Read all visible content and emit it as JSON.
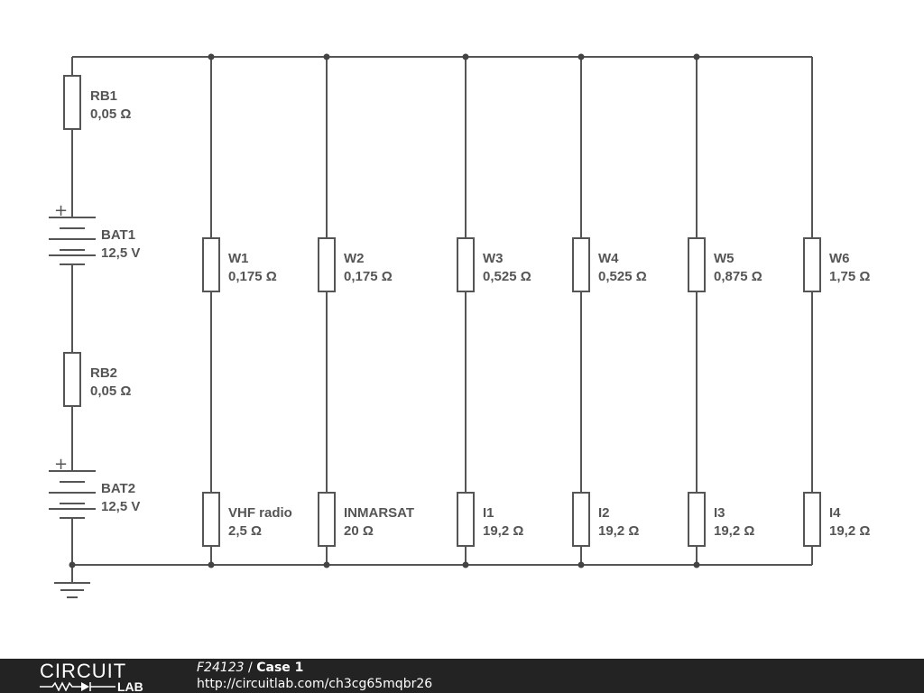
{
  "circuit": {
    "battery_branch": [
      {
        "id": "rb1",
        "name": "RB1",
        "value": "0,05 Ω",
        "kind": "resistor"
      },
      {
        "id": "bat1",
        "name": "BAT1",
        "value": "12,5 V",
        "kind": "battery",
        "polarity": "+"
      },
      {
        "id": "rb2",
        "name": "RB2",
        "value": "0,05 Ω",
        "kind": "resistor"
      },
      {
        "id": "bat2",
        "name": "BAT2",
        "value": "12,5 V",
        "kind": "battery",
        "polarity": "+"
      }
    ],
    "load_branches": [
      {
        "wire": {
          "name": "W1",
          "value": "0,175 Ω"
        },
        "load": {
          "name": "VHF radio",
          "value": "2,5 Ω"
        }
      },
      {
        "wire": {
          "name": "W2",
          "value": "0,175 Ω"
        },
        "load": {
          "name": "INMARSAT",
          "value": "20 Ω"
        }
      },
      {
        "wire": {
          "name": "W3",
          "value": "0,525 Ω"
        },
        "load": {
          "name": "I1",
          "value": "19,2 Ω"
        }
      },
      {
        "wire": {
          "name": "W4",
          "value": "0,525 Ω"
        },
        "load": {
          "name": "I2",
          "value": "19,2 Ω"
        }
      },
      {
        "wire": {
          "name": "W5",
          "value": "0,875 Ω"
        },
        "load": {
          "name": "I3",
          "value": "19,2 Ω"
        }
      },
      {
        "wire": {
          "name": "W6",
          "value": "1,75 Ω"
        },
        "load": {
          "name": "I4",
          "value": "19,2 Ω"
        }
      }
    ],
    "ground": "ground-symbol"
  },
  "footer": {
    "logo_top": "CIRCUIT",
    "logo_bottom": "LAB",
    "circuit_id": "F24123",
    "separator": " / ",
    "title": "Case 1",
    "url": "http://circuitlab.com/ch3cg65mqbr26"
  },
  "colors": {
    "wire": "#555555",
    "label": "#555555",
    "footer_bg": "#232323",
    "footer_text": "#ffffff"
  }
}
